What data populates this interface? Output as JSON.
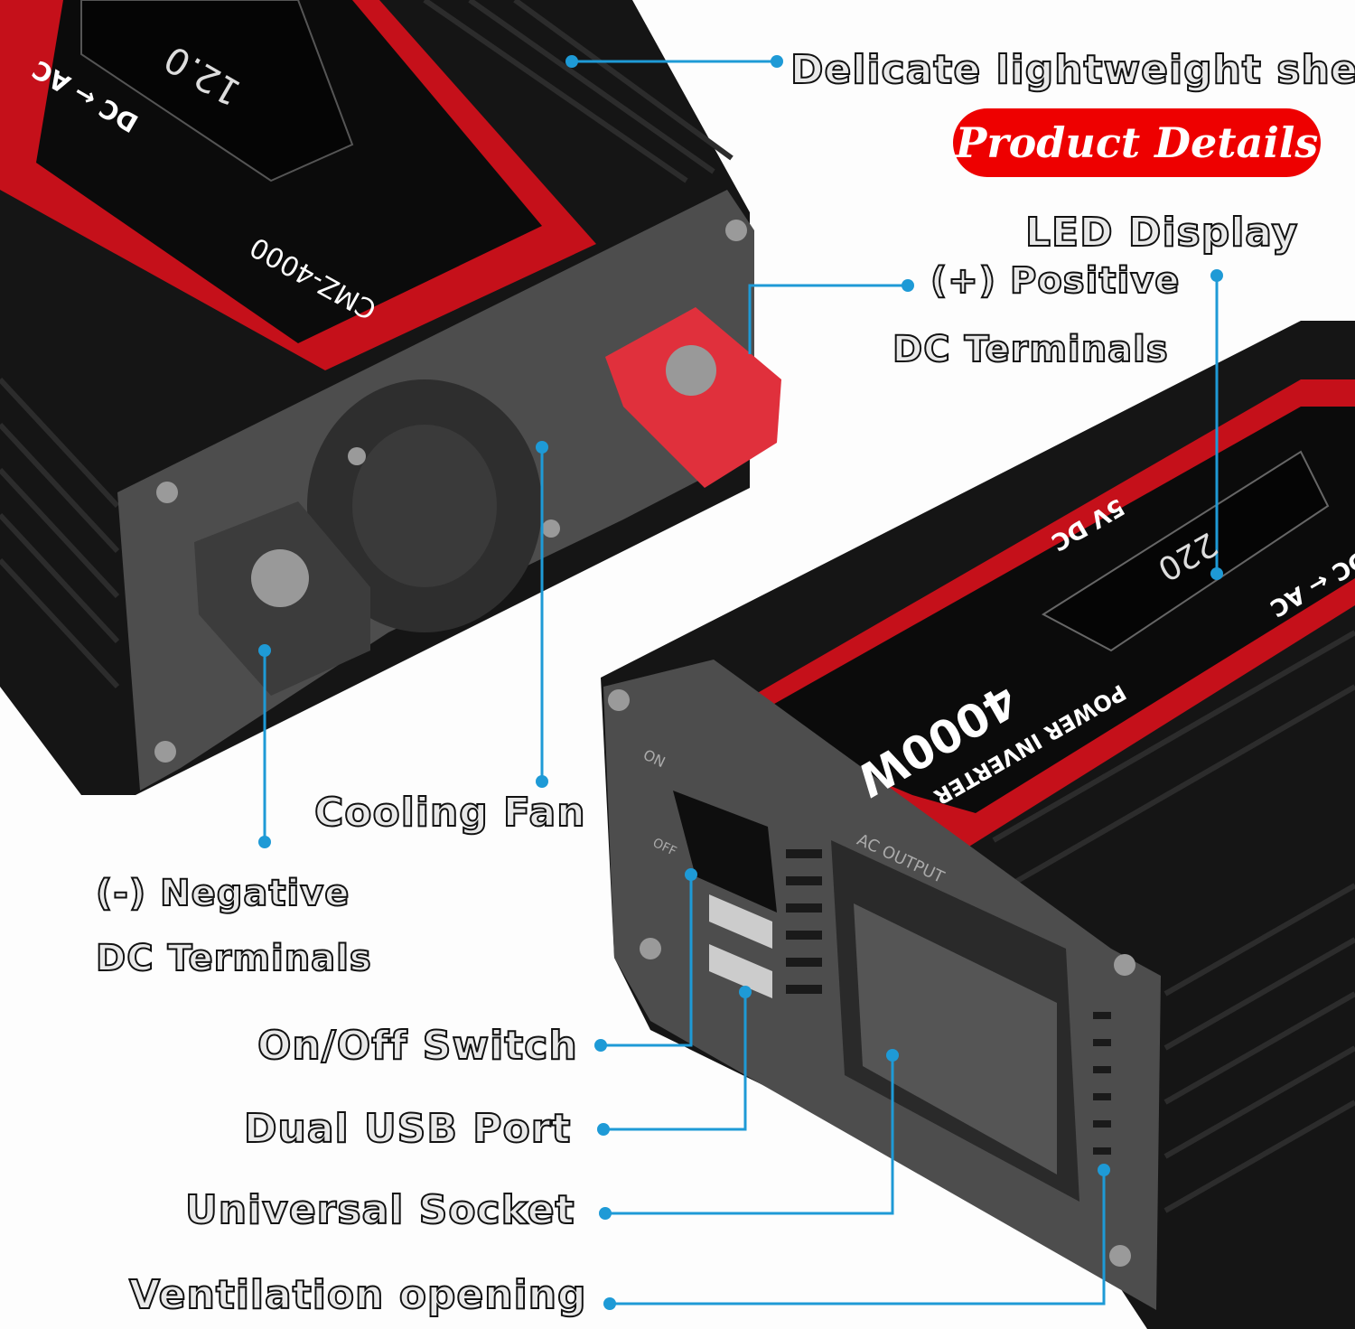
{
  "callouts": {
    "shell": "Delicate lightweight shell",
    "led_display": "LED Display",
    "positive_1": "(+) Positive",
    "positive_2": "DC Terminals",
    "cooling_fan": "Cooling Fan",
    "negative_1": "(-) Negative",
    "negative_2": "DC Terminals",
    "switch": "On/Off Switch",
    "usb": "Dual USB Port",
    "socket": "Universal Socket",
    "ventilation": "Ventilation opening"
  },
  "badge": "Product Details",
  "device_text": {
    "model": "CMZ-4000",
    "direction": "DC ← AC",
    "power": "4000W",
    "name": "POWER INVERTER",
    "usb_spec": "5V DC",
    "ac_output": "AC OUTPUT",
    "on": "ON",
    "off": "OFF",
    "lcd_out": "220",
    "lcd_in": "12.0"
  },
  "colors": {
    "callout_line": "#1e9ad6",
    "badge": "#ee0000",
    "accent_red": "#d0101a",
    "body": "#1a1a1a",
    "end_plate": "#4a4a4a"
  }
}
